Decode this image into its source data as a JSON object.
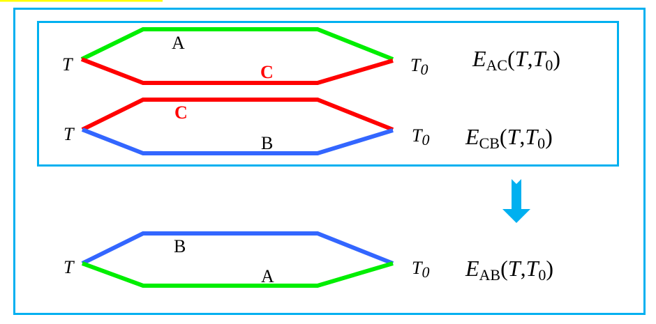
{
  "colors": {
    "frame": "#00b0f0",
    "green": "#00ee00",
    "red": "#ff0000",
    "blue": "#3366ff",
    "highlight": "#ffff00"
  },
  "rows": [
    {
      "left": "T",
      "right_main": "T",
      "right_sub": "0",
      "top_label": "A",
      "bottom_label": "C",
      "eq": {
        "E": "E",
        "sub": "AC",
        "open": "(",
        "T": "T",
        "comma": ",",
        "T0": "T",
        "T0sub": "0",
        "close": ")"
      }
    },
    {
      "left": "T",
      "right_main": "T",
      "right_sub": "0",
      "top_label": "C",
      "bottom_label": "B",
      "eq": {
        "E": "E",
        "sub": "CB",
        "open": "(",
        "T": "T",
        "comma": ",",
        "T0": "T",
        "T0sub": "0",
        "close": ")"
      }
    },
    {
      "left": "T",
      "right_main": "T",
      "right_sub": "0",
      "top_label": "B",
      "bottom_label": "A",
      "eq": {
        "E": "E",
        "sub": "AB",
        "open": "(",
        "T": "T",
        "comma": ",",
        "T0": "T",
        "T0sub": "0",
        "close": ")"
      }
    }
  ],
  "arrow_icon": "down-arrow-icon"
}
